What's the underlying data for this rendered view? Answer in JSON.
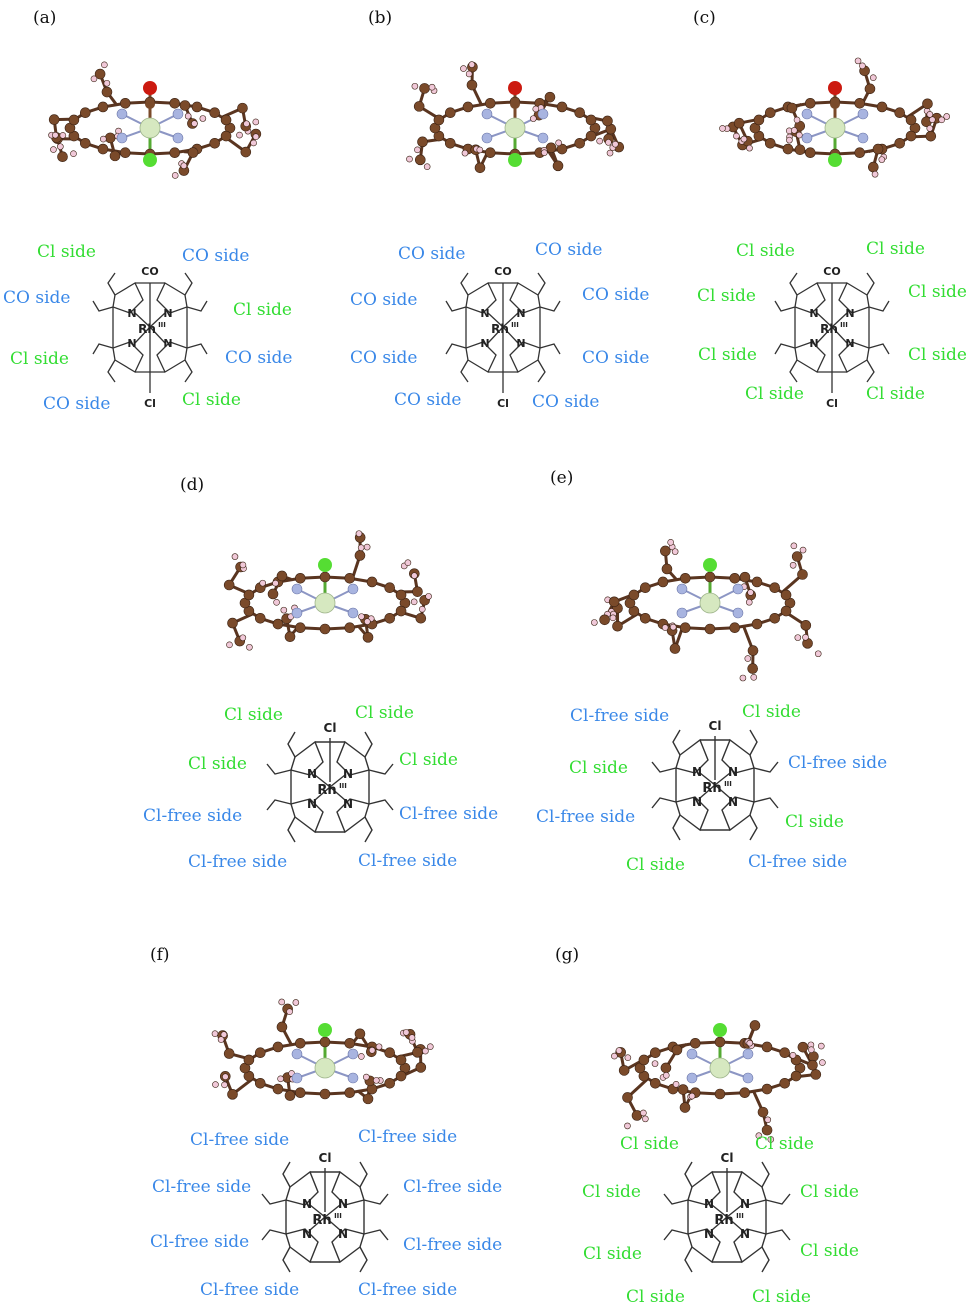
{
  "colors": {
    "cl_side": "#33dd33",
    "co_side": "#3a88e8",
    "carbon": "#7a4a2a",
    "hydrogen": "#f0c8d8",
    "rhodium": "#d6e8c0",
    "nitrogen": "#a8b4e0",
    "oxygen": "#cc1a10",
    "chlorine": "#55dd33",
    "bond": "#222222"
  },
  "chem": {
    "rh": "Rh",
    "rh_ox": "III",
    "n": "N",
    "co": "CO",
    "cl": "Cl"
  },
  "panels": [
    {
      "label": "(a)",
      "sides": [
        "Cl side",
        "CO side",
        "CO side",
        "Cl side",
        "Cl side",
        "CO side",
        "CO side",
        "Cl side"
      ]
    },
    {
      "label": "(b)",
      "sides": [
        "CO side",
        "CO side",
        "CO side",
        "CO side",
        "CO side",
        "CO side",
        "CO side",
        "CO side"
      ]
    },
    {
      "label": "(c)",
      "sides": [
        "Cl side",
        "Cl side",
        "Cl side",
        "Cl side",
        "Cl side",
        "Cl side",
        "Cl side",
        "Cl side"
      ]
    },
    {
      "label": "(d)",
      "sides": [
        "Cl side",
        "Cl side",
        "Cl side",
        "Cl side",
        "Cl-free side",
        "Cl-free side",
        "Cl-free side",
        "Cl-free side"
      ]
    },
    {
      "label": "(e)",
      "sides": [
        "Cl-free side",
        "Cl side",
        "Cl side",
        "Cl-free side",
        "Cl-free side",
        "Cl side",
        "Cl side",
        "Cl-free side"
      ]
    },
    {
      "label": "(f)",
      "sides": [
        "Cl-free side",
        "Cl-free side",
        "Cl-free side",
        "Cl-free side",
        "Cl-free side",
        "Cl-free side",
        "Cl-free side",
        "Cl-free side"
      ]
    },
    {
      "label": "(g)",
      "sides": [
        "Cl side",
        "Cl side",
        "Cl side",
        "Cl side",
        "Cl side",
        "Cl side",
        "Cl side",
        "Cl side"
      ]
    }
  ]
}
